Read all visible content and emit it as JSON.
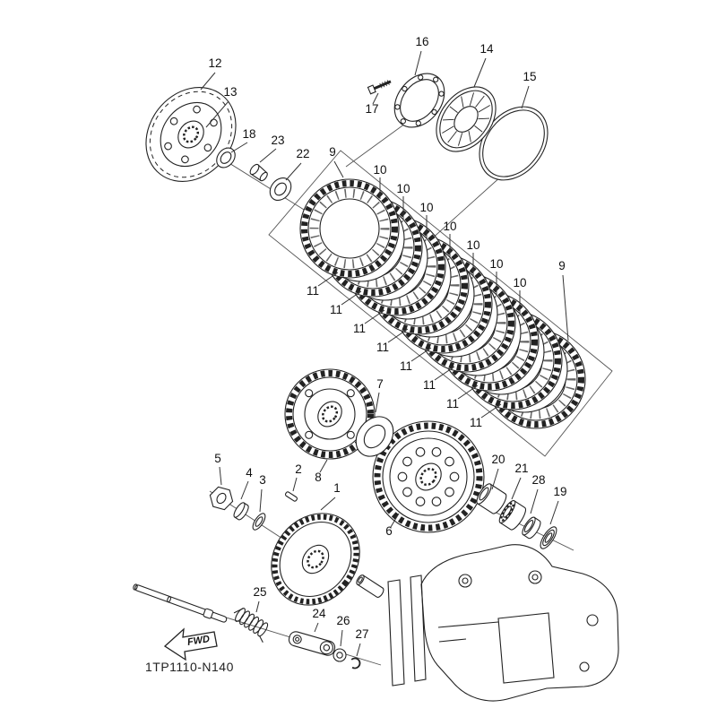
{
  "diagram": {
    "code": "1TP1110-N140",
    "fwd": "FWD",
    "callouts": [
      {
        "text": "12"
      },
      {
        "text": "13"
      },
      {
        "text": "18"
      },
      {
        "text": "23"
      },
      {
        "text": "22"
      },
      {
        "text": "9"
      },
      {
        "text": "10"
      },
      {
        "text": "10"
      },
      {
        "text": "10"
      },
      {
        "text": "10"
      },
      {
        "text": "10"
      },
      {
        "text": "10"
      },
      {
        "text": "10"
      },
      {
        "text": "9"
      },
      {
        "text": "16"
      },
      {
        "text": "14"
      },
      {
        "text": "17"
      },
      {
        "text": "15"
      },
      {
        "text": "11"
      },
      {
        "text": "11"
      },
      {
        "text": "11"
      },
      {
        "text": "11"
      },
      {
        "text": "11"
      },
      {
        "text": "11"
      },
      {
        "text": "11"
      },
      {
        "text": "11"
      },
      {
        "text": "7"
      },
      {
        "text": "8"
      },
      {
        "text": "6"
      },
      {
        "text": "20"
      },
      {
        "text": "21"
      },
      {
        "text": "28"
      },
      {
        "text": "19"
      },
      {
        "text": "5"
      },
      {
        "text": "4"
      },
      {
        "text": "3"
      },
      {
        "text": "2"
      },
      {
        "text": "1"
      },
      {
        "text": "25"
      },
      {
        "text": "24"
      },
      {
        "text": "26"
      },
      {
        "text": "27"
      }
    ]
  }
}
